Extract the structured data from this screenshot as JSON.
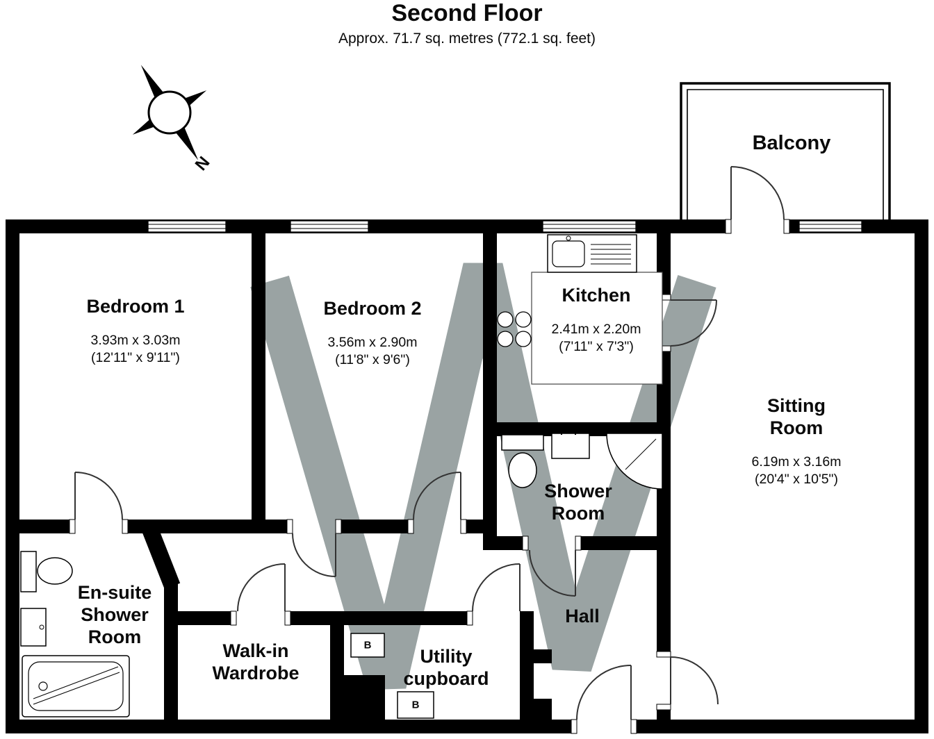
{
  "header": {
    "title": "Second Floor",
    "subtitle": "Approx. 71.7 sq. metres (772.1 sq. feet)"
  },
  "compass": {
    "north_label": "N"
  },
  "rooms": {
    "bedroom1": {
      "name": "Bedroom 1",
      "dims": "3.93m x 3.03m\n(12'11\" x 9'11\")"
    },
    "bedroom2": {
      "name": "Bedroom 2",
      "dims": "3.56m x 2.90m\n(11'8\" x 9'6\")"
    },
    "kitchen": {
      "name": "Kitchen",
      "dims": "2.41m x 2.20m\n(7'11\" x 7'3\")"
    },
    "sitting_room": {
      "name": "Sitting\nRoom",
      "dims": "6.19m x 3.16m\n(20'4\" x 10'5\")"
    },
    "balcony": {
      "name": "Balcony"
    },
    "shower_room": {
      "name": "Shower\nRoom"
    },
    "hall": {
      "name": "Hall"
    },
    "ensuite_shower_room": {
      "name": "En-suite\nShower\nRoom"
    },
    "walk_in_wardrobe": {
      "name": "Walk-in\nWardrobe"
    },
    "utility_cupboard": {
      "name": "Utility\ncupboard"
    }
  },
  "markers": {
    "boiler_1": "B",
    "boiler_2": "B"
  },
  "colors": {
    "walls": "#000000",
    "watermark": "#9aa3a3",
    "background": "#ffffff"
  }
}
